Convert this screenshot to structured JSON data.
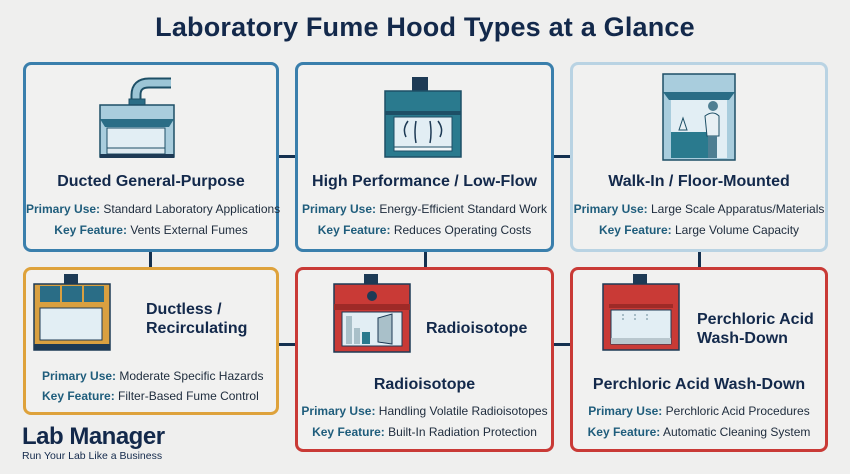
{
  "title": "Laboratory Fume Hood Types at a Glance",
  "labels": {
    "primary_use": "Primary Use:",
    "key_feature": "Key Feature:"
  },
  "cards": [
    {
      "name": "Ducted General-Purpose",
      "primary_use": "Standard Laboratory Applications",
      "key_feature": "Vents External Fumes",
      "border_color": "#3a7fac",
      "icon": "ducted-hood-icon"
    },
    {
      "name": "High Performance / Low-Flow",
      "primary_use": "Energy-Efficient Standard Work",
      "key_feature": "Reduces Operating Costs",
      "border_color": "#3a7fac",
      "icon": "low-flow-hood-icon"
    },
    {
      "name": "Walk-In / Floor-Mounted",
      "primary_use": "Large Scale Apparatus/Materials",
      "key_feature": "Large Volume Capacity",
      "border_color": "#b9d3e3",
      "icon": "walk-in-hood-icon"
    },
    {
      "name": "Ductless / Recirculating",
      "name_line1": "Ductless /",
      "name_line2": "Recirculating",
      "primary_use": "Moderate Specific Hazards",
      "key_feature": "Filter-Based Fume Control",
      "border_color": "#dea23b",
      "icon": "ductless-hood-icon"
    },
    {
      "name": "Radioisotope",
      "side_name": "Radioisotope",
      "primary_use": "Handling Volatile Radioisotopes",
      "key_feature": "Built-In Radiation Protection",
      "border_color": "#c93a36",
      "icon": "radioisotope-hood-icon"
    },
    {
      "name": "Perchloric Acid Wash-Down",
      "side_line1": "Perchloric Acid",
      "side_line2": "Wash-Down",
      "primary_use": "Perchloric Acid Procedures",
      "key_feature": "Automatic Cleaning System",
      "border_color": "#c93a36",
      "icon": "perchloric-hood-icon"
    }
  ],
  "brand": {
    "name": "Lab Manager",
    "tagline": "Run Your Lab Like a Business"
  }
}
